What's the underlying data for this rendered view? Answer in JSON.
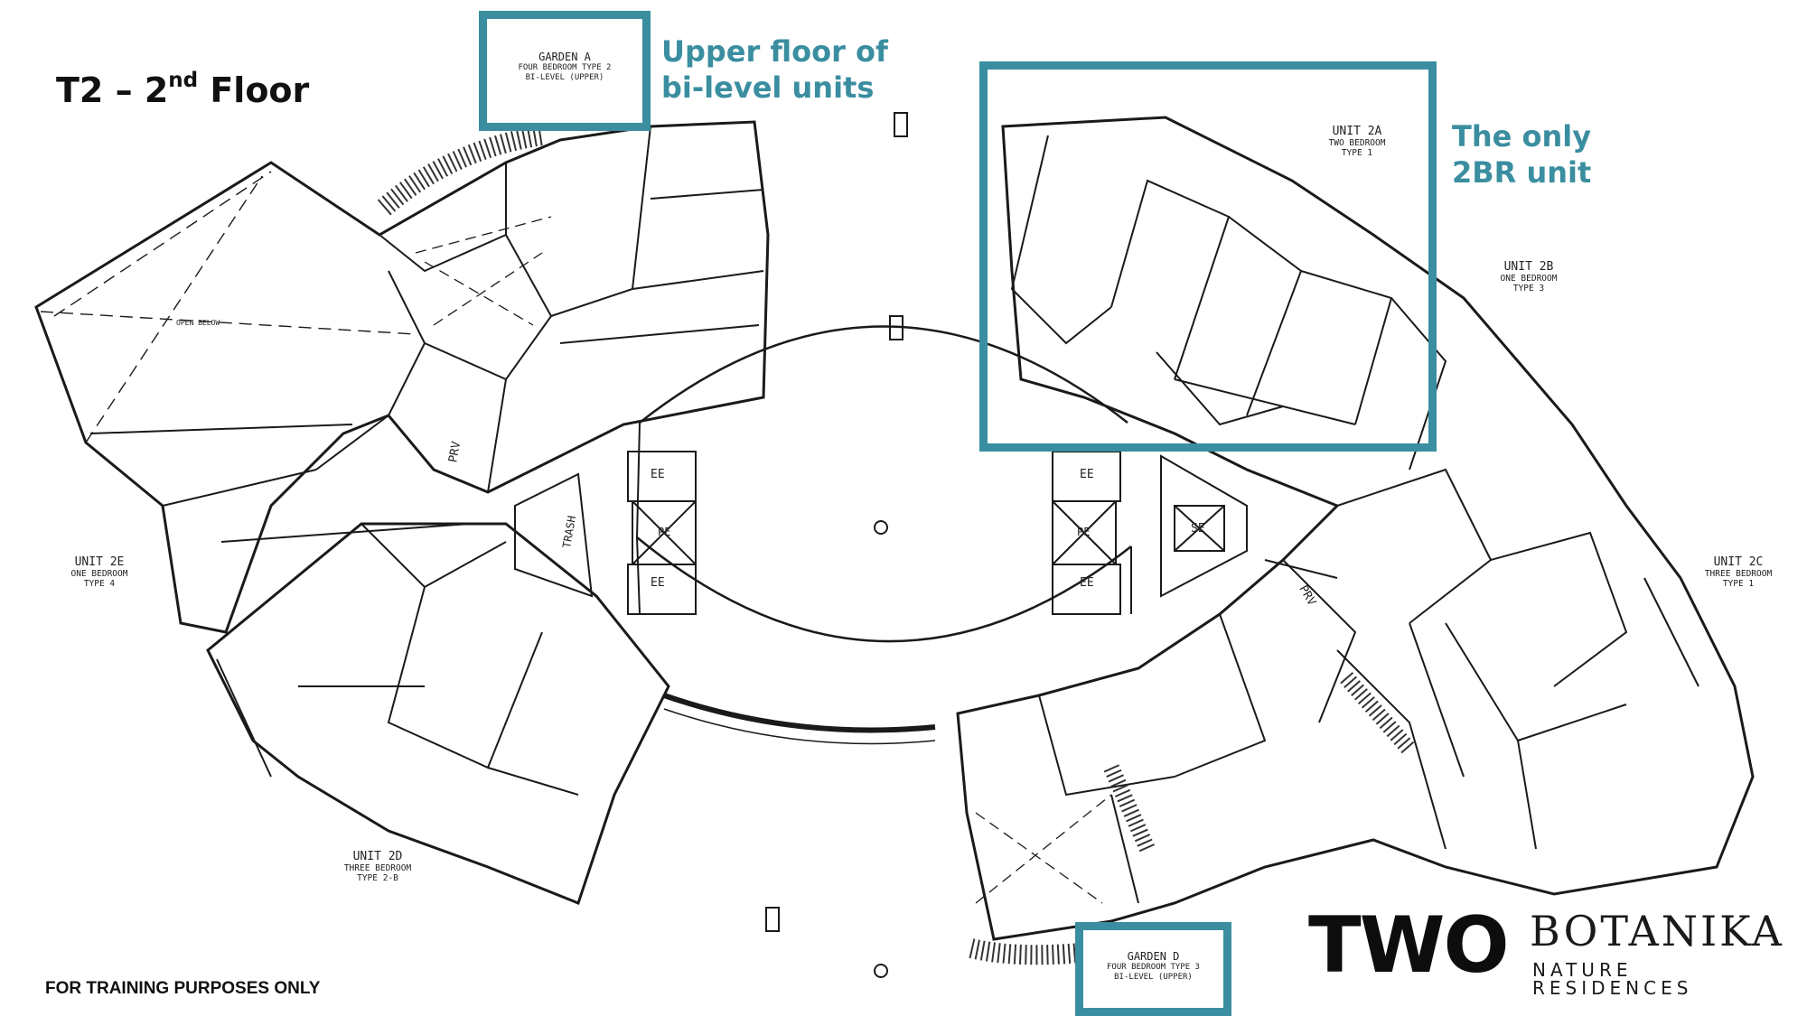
{
  "floor_title": {
    "main": "T2 – 2",
    "sup": "nd",
    "rest": " Floor"
  },
  "callouts": {
    "upper_floor": {
      "line1": "Upper floor of",
      "line2": "bi-level units"
    },
    "two_br": {
      "line1": "The only",
      "line2": "2BR unit"
    }
  },
  "units": {
    "garden_a": {
      "l1": "GARDEN A",
      "l2": "FOUR BEDROOM TYPE 2",
      "l3": "BI-LEVEL (UPPER)"
    },
    "garden_d": {
      "l1": "GARDEN D",
      "l2": "FOUR BEDROOM TYPE 3",
      "l3": "BI-LEVEL (UPPER)"
    },
    "unit_2a": {
      "l1": "UNIT 2A",
      "l2": "TWO BEDROOM",
      "l3": "TYPE 1"
    },
    "unit_2b": {
      "l1": "UNIT 2B",
      "l2": "ONE BEDROOM",
      "l3": "TYPE 3"
    },
    "unit_2c": {
      "l1": "UNIT 2C",
      "l2": "THREE BEDROOM",
      "l3": "TYPE 1"
    },
    "unit_2d": {
      "l1": "UNIT 2D",
      "l2": "THREE BEDROOM",
      "l3": "TYPE 2-B"
    },
    "unit_2e": {
      "l1": "UNIT 2E",
      "l2": "ONE BEDROOM",
      "l3": "TYPE 4"
    }
  },
  "rooms": {
    "open_below": "OPEN BELOW",
    "prv": "PRV",
    "trash": "TRASH",
    "ee": "EE",
    "pe": "PE",
    "se": "SE"
  },
  "footer_note": "FOR TRAINING PURPOSES ONLY",
  "logo": {
    "two": "TWO",
    "botanika": "BOTANIKA",
    "nature": "NATURE RESIDENCES"
  },
  "colors": {
    "accent": "#3a8ea0",
    "line": "#1a1a1a"
  }
}
